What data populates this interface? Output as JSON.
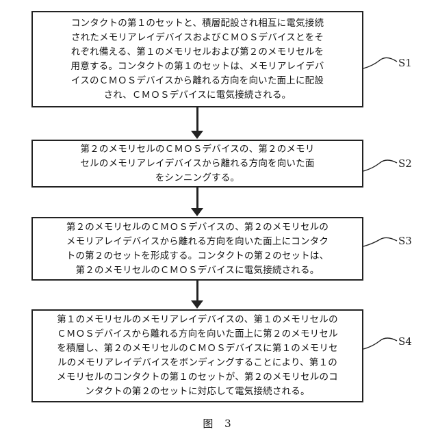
{
  "steps": [
    {
      "id": "S1",
      "lines": [
        "コンタクトの第１のセットと、積層配設され相互に電気接続",
        "されたメモリアレイデバイスおよびＣＭＯＳデバイスとをそ",
        "れぞれ備える、第１のメモリセルおよび第２のメモリセルを",
        "用意する。コンタクトの第１のセットは、メモリアレイデバ",
        "イスのＣＭＯＳデバイスから離れる方向を向いた面上に配設",
        "され、ＣＭＯＳデバイスに電気接続される。"
      ]
    },
    {
      "id": "S2",
      "lines": [
        "第２のメモリセルのＣＭＯＳデバイスの、第２のメモリ",
        "セルのメモリアレイデバイスから離れる方向を向いた面",
        "をシンニングする。"
      ]
    },
    {
      "id": "S3",
      "lines": [
        "第２のメモリセルのＣＭＯＳデバイスの、第２のメモリセルの",
        "メモリアレイデバイスから離れる方向を向いた面上にコンタク",
        "トの第２のセットを形成する。コンタクトの第２のセットは、",
        "第２のメモリセルのＣＭＯＳデバイスに電気接続される。"
      ]
    },
    {
      "id": "S4",
      "lines": [
        "第１のメモリセルのメモリアレイデバイスの、第１のメモリセルの",
        "ＣＭＯＳデバイスから離れる方向を向いた面上に第２のメモリセル",
        "を積層し、第２のメモリセルのＣＭＯＳデバイスに第１のメモリセ",
        "ルのメモリアレイデバイスをボンディングすることにより、第１の",
        "メモリセルのコンタクトの第１のセットが、第２のメモリセルのコ",
        "ンタクトの第２のセットに対応して電気接続される。"
      ]
    }
  ],
  "caption": "图 3"
}
